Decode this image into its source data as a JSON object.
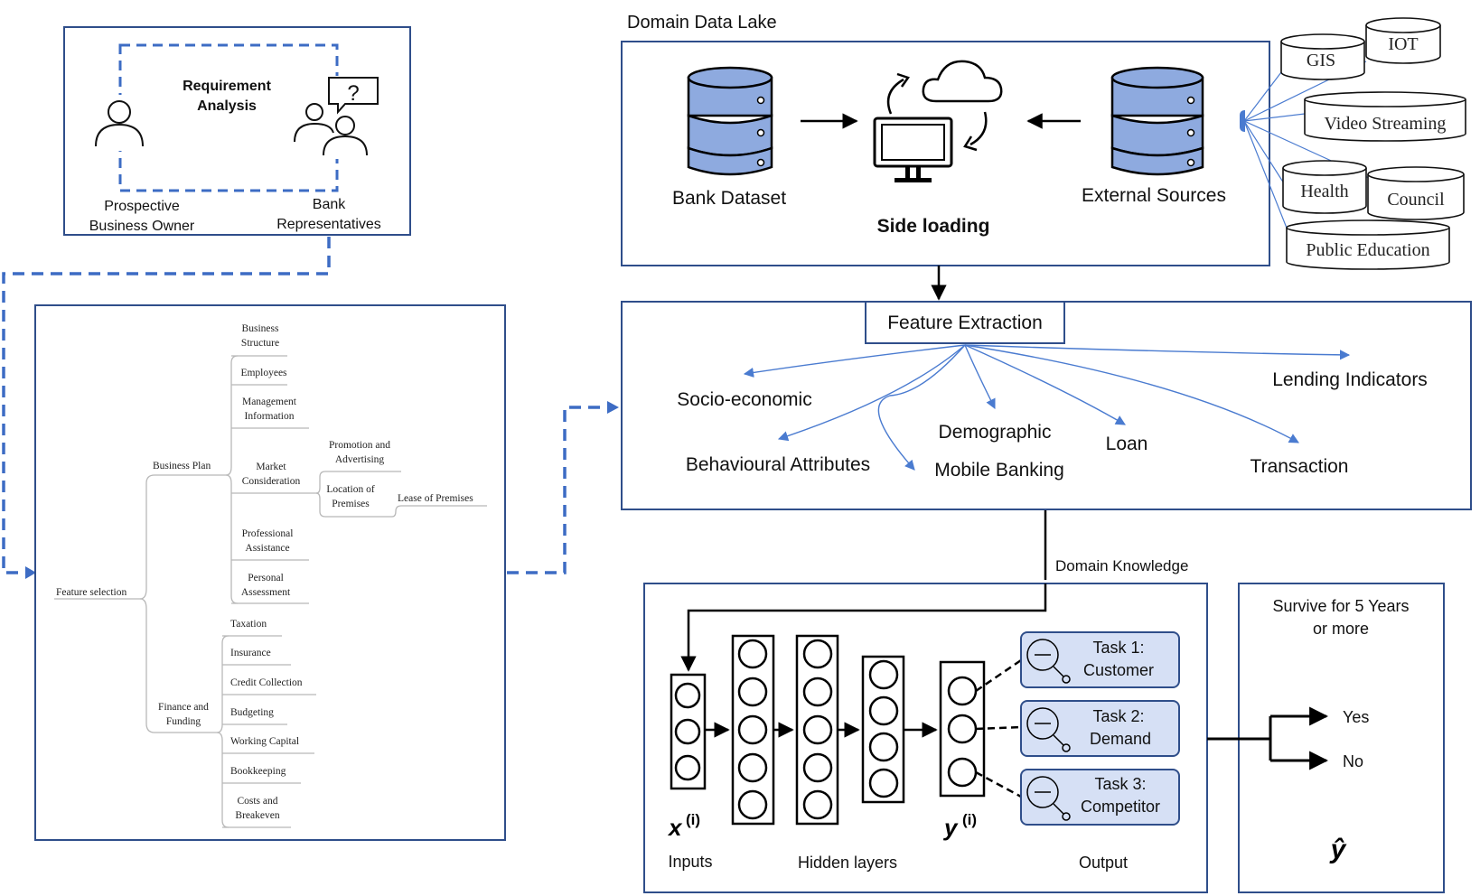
{
  "requirement": {
    "title_line1": "Requirement",
    "title_line2": "Analysis",
    "owner_line1": "Prospective",
    "owner_line2": "Business Owner",
    "bank_line1": "Bank",
    "bank_line2": "Representatives",
    "question_mark": "?"
  },
  "feature_tree": {
    "root": "Feature selection",
    "business_plan": "Business Plan",
    "finance": [
      "Finance and",
      "Funding"
    ],
    "business_items": [
      [
        "Business",
        "Structure"
      ],
      [
        "Employees"
      ],
      [
        "Management",
        "Information"
      ],
      [
        "Market",
        "Consideration"
      ],
      [
        "Professional",
        "Assistance"
      ],
      [
        "Personal",
        "Assessment"
      ]
    ],
    "market_items": [
      [
        "Promotion and",
        "Advertising"
      ],
      [
        "Location of",
        "Premises"
      ]
    ],
    "lease": "Lease of Premises",
    "finance_items": [
      "Taxation",
      "Insurance",
      "Credit Collection",
      "Budgeting",
      "Working Capital",
      "Bookkeeping",
      [
        "Costs and",
        "Breakeven"
      ]
    ]
  },
  "data_lake": {
    "title": "Domain Data Lake",
    "bank_dataset": "Bank Dataset",
    "side_loading": "Side loading",
    "external_sources": "External Sources",
    "sources": [
      "GIS",
      "IOT",
      "Video Streaming",
      "Health",
      "Council",
      "Public Education"
    ]
  },
  "feature_extraction": {
    "title": "Feature Extraction",
    "features": [
      "Socio-economic",
      "Lending Indicators",
      "Behavioural Attributes",
      "Demographic",
      "Loan",
      "Transaction",
      "Mobile Banking"
    ]
  },
  "model": {
    "domain_knowledge": "Domain Knowledge",
    "x_label": "x",
    "y_label": "y",
    "superscript": "(i)",
    "inputs": "Inputs",
    "hidden_layers": "Hidden layers",
    "output": "Output",
    "tasks": [
      [
        "Task 1:",
        "Customer"
      ],
      [
        "Task 2:",
        "Demand"
      ],
      [
        "Task 3:",
        "Competitor"
      ]
    ]
  },
  "survival": {
    "title_line1": "Survive for 5 Years",
    "title_line2": "or more",
    "yes": "Yes",
    "no": "No",
    "y_hat": "ŷ"
  }
}
